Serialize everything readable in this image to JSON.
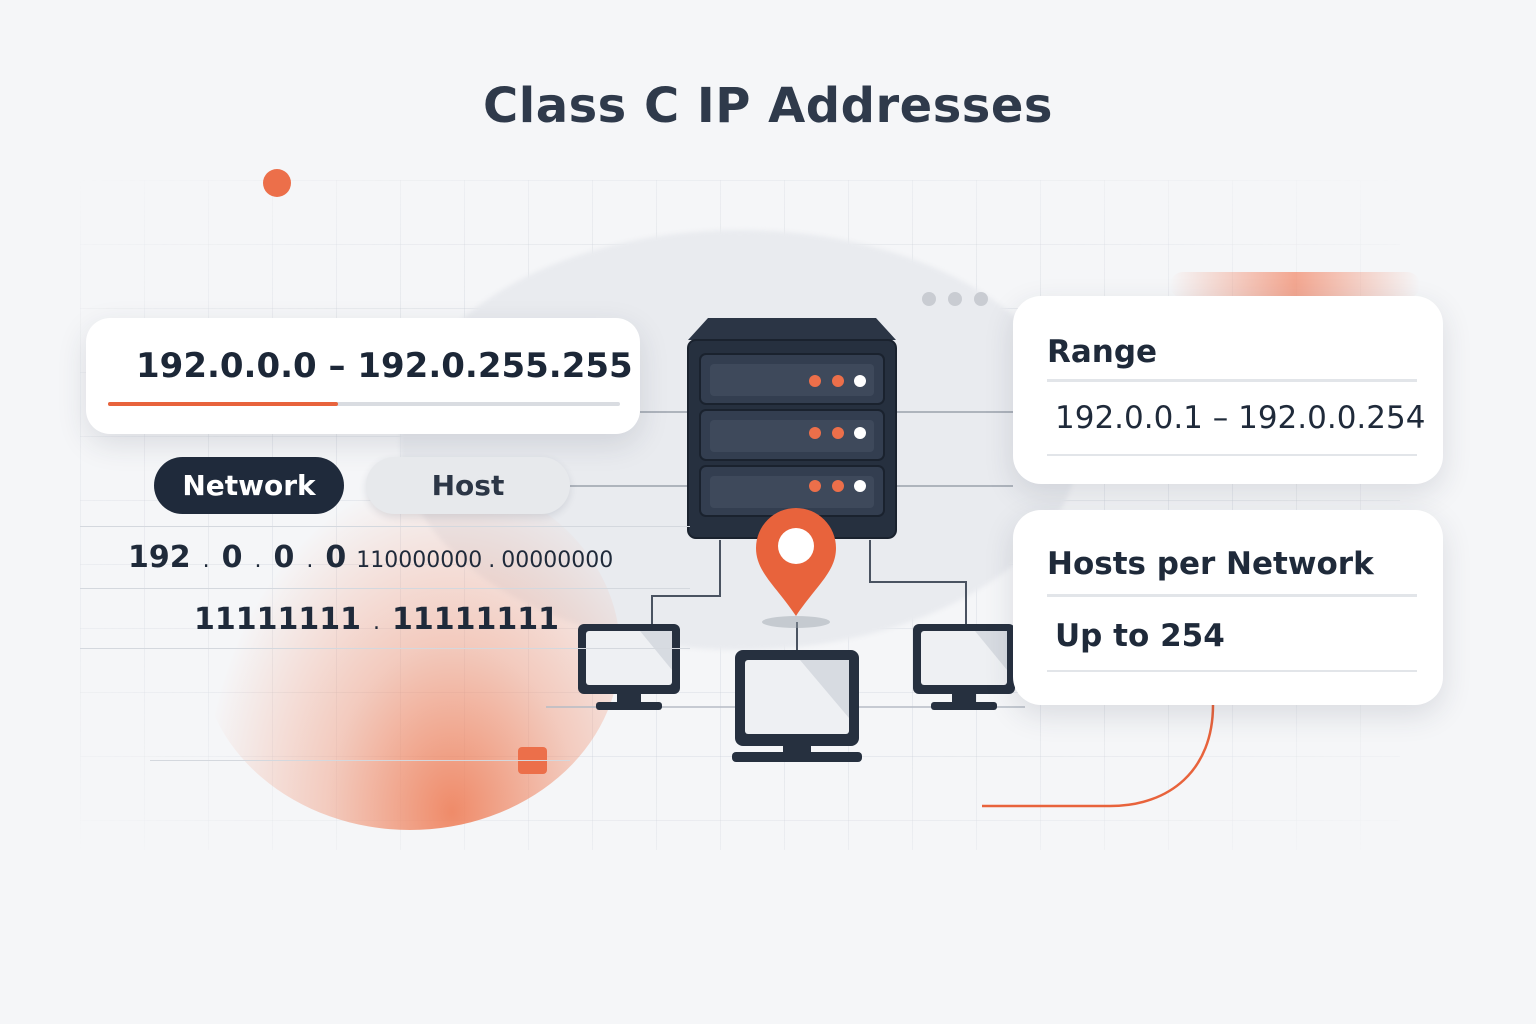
{
  "title": "Class C IP Addresses",
  "address_range": {
    "text": "192.0.0.0 – 192.0.255.255",
    "progress_fraction": 0.45
  },
  "pills": {
    "network": "Network",
    "host": "Host"
  },
  "binary": {
    "octet1": "192",
    "octet2": "0",
    "octet3": "0",
    "octet4": "0",
    "bin_a": "110000000",
    "bin_b": "00000000",
    "bin_c": "11111111",
    "bin_d": "11111111",
    "dot": "."
  },
  "range_card": {
    "title": "Range",
    "value": "192.0.0.1 – 192.0.0.254"
  },
  "hosts_card": {
    "title": "Hosts per Network",
    "value": "Up to 254"
  },
  "colors": {
    "accent": "#e8633c",
    "dark": "#1f2a3b",
    "background": "#f5f6f8"
  },
  "icons": [
    "server-icon",
    "location-pin-icon",
    "monitor-icon"
  ]
}
